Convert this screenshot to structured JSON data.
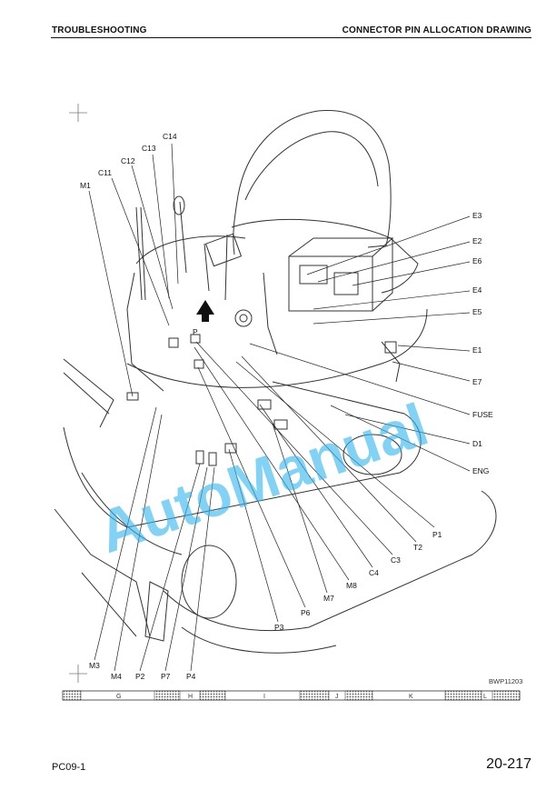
{
  "header": {
    "section": "TROUBLESHOOTING",
    "title": "CONNECTOR PIN ALLOCATION DRAWING"
  },
  "figure": {
    "figure_id": "BWP11203",
    "view_marker": "P",
    "callouts": {
      "c14": "C14",
      "c13": "C13",
      "c12": "C12",
      "c11": "C11",
      "m1": "M1",
      "e3": "E3",
      "e2": "E2",
      "e6": "E6",
      "e4": "E4",
      "e5": "E5",
      "e1": "E1",
      "e7": "E7",
      "fuse": "FUSE",
      "d1": "D1",
      "eng": "ENG",
      "p1": "P1",
      "t2": "T2",
      "c3": "C3",
      "c4": "C4",
      "m8": "M8",
      "m7": "M7",
      "p6": "P6",
      "p3": "P3",
      "m3": "M3",
      "m4": "M4",
      "p2": "P2",
      "p7": "P7",
      "p4": "P4"
    },
    "grid_strip": [
      "G",
      "H",
      "I",
      "J",
      "K",
      "L"
    ]
  },
  "watermark": "AutoManual",
  "footer": {
    "model": "PC09-1",
    "page": "20-217"
  }
}
